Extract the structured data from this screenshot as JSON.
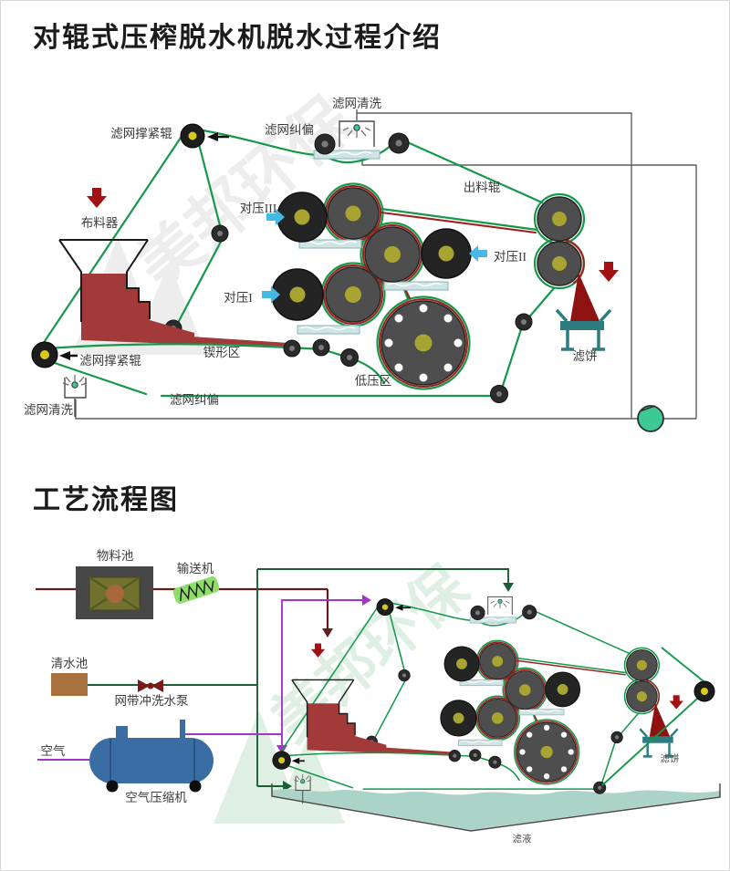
{
  "titles": {
    "main": "对辊式压榨脱水机脱水过程介绍",
    "flow": "工艺流程图"
  },
  "watermark": "美邦环保",
  "colors": {
    "belt_green": "#14994a",
    "belt_red": "#a02020",
    "pipe_green": "#1c5e34",
    "material_red": "#a33a3a",
    "cake_red": "#8e1212",
    "arrow_red": "#a31212",
    "cyan_arrow": "#45b9e6",
    "purple_pipe": "#a335cb",
    "dark_red_pipe": "#5f1d1d",
    "cart_teal": "#2d7d80",
    "pump_green": "#3cc993",
    "tray_fill": "#cfe4e5",
    "tray_border": "#8ab4b6",
    "basin_water": "#abd3c8",
    "compressor_blue": "#3a6da3",
    "pool_brown": "#a8713d",
    "conveyor_green": "#8ede6a",
    "roller_dark": "#242424",
    "roller_light": "#4e4e4e",
    "roller_center": "#a8a431",
    "tension_center": "#d7ca1f",
    "frame_gray": "#5f5f5f"
  },
  "d1": {
    "clean_top": "滤网清洗",
    "adjust_top": "滤网纠偏",
    "tension_top": "滤网撑紧辊",
    "discharge_roller": "出料辊",
    "press3": "对压III",
    "press2": "对压II",
    "press1": "对压I",
    "feeder": "布料器",
    "wedge_zone": "锲形区",
    "low_zone": "低压区",
    "cake": "滤饼",
    "tension_bottom": "滤网撑紧辊",
    "adjust_bottom": "滤网纠偏",
    "clean_bottom": "滤网清洗"
  },
  "d2": {
    "material_pool": "物料池",
    "conveyor": "输送机",
    "clean_pool": "清水池",
    "wash_pump": "网带冲洗水泵",
    "air": "空气",
    "compressor": "空气压缩机",
    "cake": "滤饼",
    "filtrate": "滤液"
  }
}
